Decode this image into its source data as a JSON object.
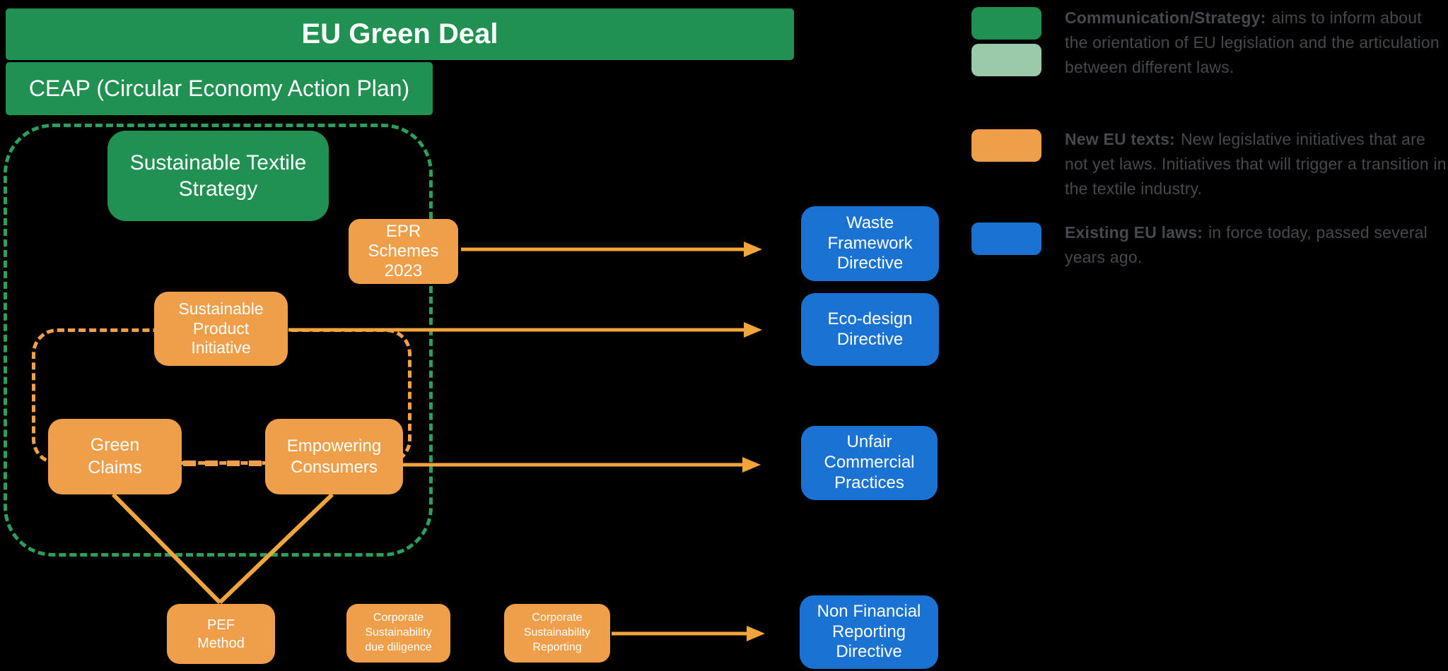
{
  "diagram": {
    "banners": {
      "eu_green_deal": "EU Green Deal",
      "ceap": "CEAP (Circular Economy Action Plan)"
    },
    "nodes": {
      "sts": "Sustainable Textile Strategy",
      "epr": "EPR Schemes 2023",
      "spi": "Sustainable Product Initiative",
      "green_claims": "Green Claims",
      "empowering_consumers": "Empowering Consumers",
      "pef": "PEF Method",
      "csdd": "Corporate Sustainability due diligence",
      "csr": "Corporate Sustainability Reporting",
      "wfd": "Waste Framework Directive",
      "edd": "Eco-design Directive",
      "ucp": "Unfair Commercial Practices",
      "nfrd": "Non Financial Reporting Directive"
    },
    "colors": {
      "background": "#000000",
      "green": "#219152",
      "light_green": "#9acaaa",
      "orange": "#ef9f49",
      "blue": "#1a72d2",
      "arrow": "#f1a53b",
      "dash_green": "#2aa05c",
      "dash_orange": "#f0a04a",
      "legend_text": "#45494d"
    }
  },
  "legend": {
    "items": [
      {
        "bold": "Communication/Strategy:",
        "text": "aims to inform about the orientation of EU legislation and the articulation between different laws."
      },
      {
        "bold": "New EU texts:",
        "text": "New legislative initiatives that are not yet laws. Initiatives that will trigger a transition in the textile industry."
      },
      {
        "bold": "Existing EU laws:",
        "text": "in force today, passed several years ago."
      }
    ]
  }
}
